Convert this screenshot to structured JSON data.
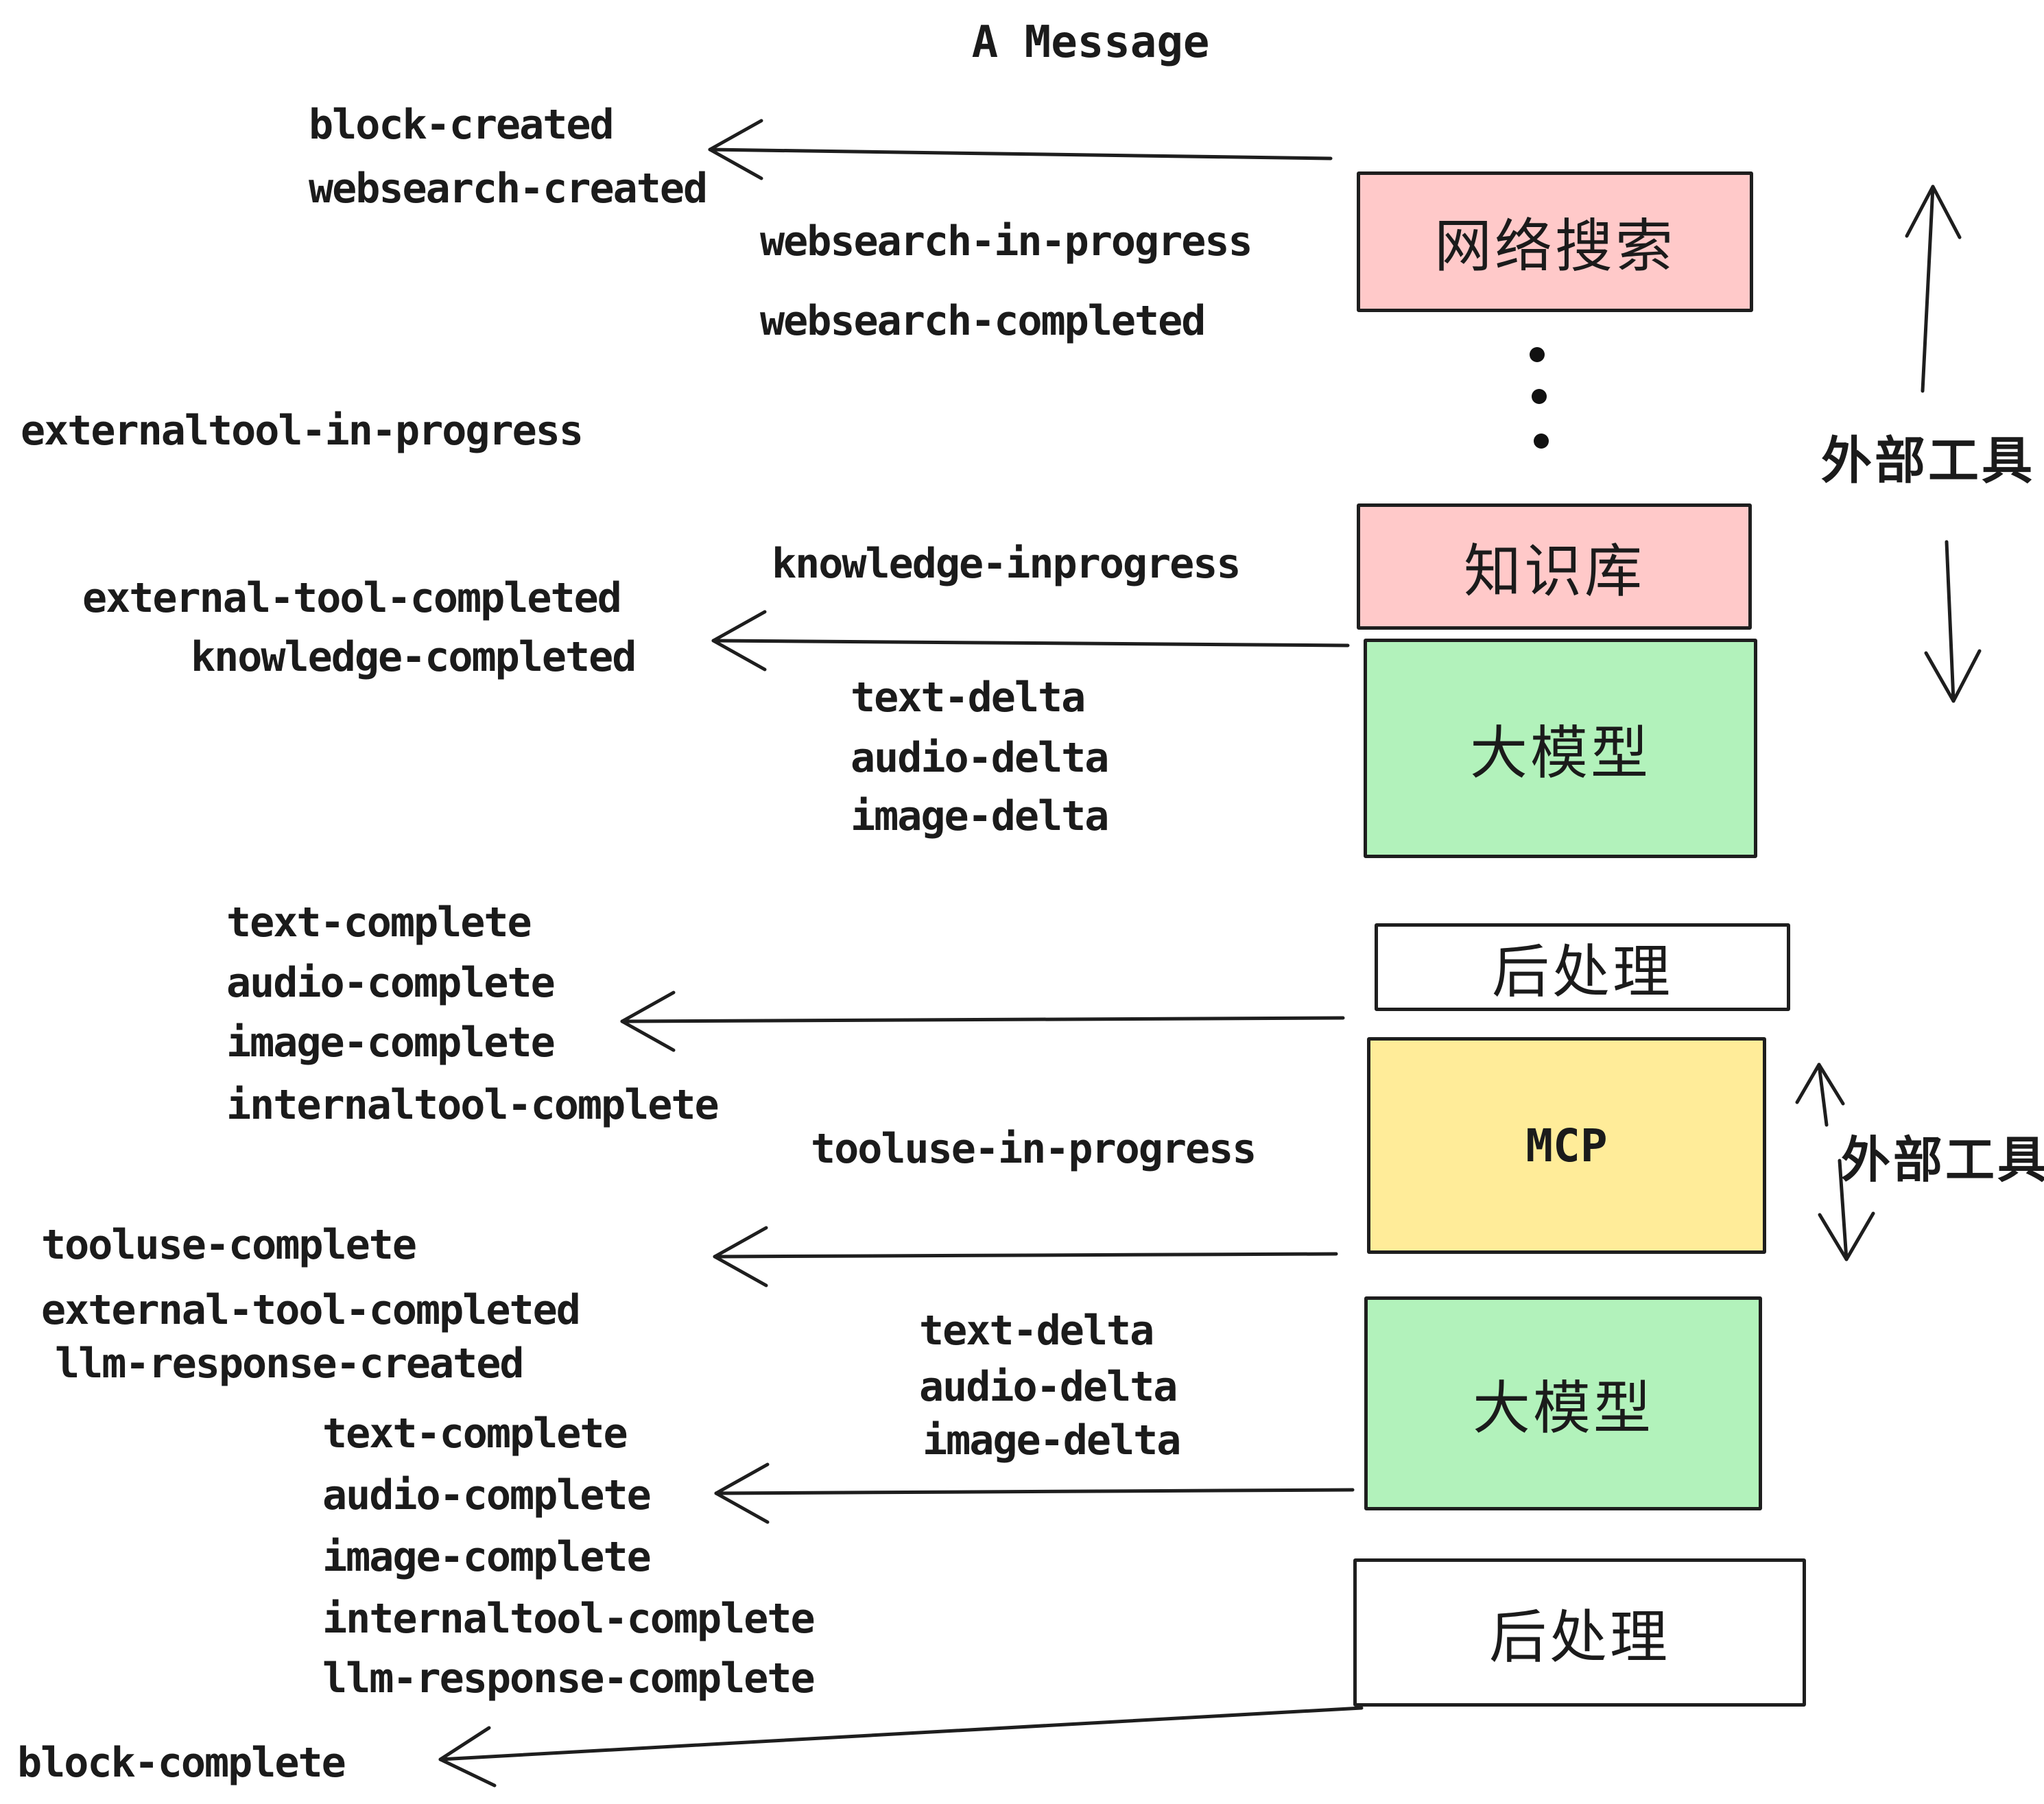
{
  "title": "A Message",
  "colors": {
    "background": "#ffffff",
    "stroke": "#1e1e1e",
    "pink_fill": "#ffc9c9",
    "green_fill": "#b2f2bb",
    "yellow_fill": "#ffec99",
    "white_fill": "#ffffff",
    "text": "#1b1b1b"
  },
  "events": [
    {
      "text": "block-created"
    },
    {
      "text": "websearch-created"
    },
    {
      "text": "websearch-in-progress"
    },
    {
      "text": "websearch-completed"
    },
    {
      "text": "externaltool-in-progress"
    },
    {
      "text": "knowledge-inprogress"
    },
    {
      "text": "external-tool-completed"
    },
    {
      "text": "knowledge-completed"
    },
    {
      "text": "text-delta"
    },
    {
      "text": "audio-delta"
    },
    {
      "text": "image-delta"
    },
    {
      "text": "text-complete"
    },
    {
      "text": "audio-complete"
    },
    {
      "text": "image-complete"
    },
    {
      "text": "internaltool-complete"
    },
    {
      "text": "tooluse-in-progress"
    },
    {
      "text": "tooluse-complete"
    },
    {
      "text": "external-tool-completed"
    },
    {
      "text": "llm-response-created"
    },
    {
      "text": "text-complete"
    },
    {
      "text": "audio-complete"
    },
    {
      "text": "image-complete"
    },
    {
      "text": "internaltool-complete"
    },
    {
      "text": "llm-response-complete"
    },
    {
      "text": "block-complete"
    },
    {
      "text": "text-delta"
    },
    {
      "text": "audio-delta"
    },
    {
      "text": "image-delta"
    }
  ],
  "boxes": [
    {
      "label": "网络搜索",
      "type": "external-tool",
      "fill": "pink"
    },
    {
      "label": "知识库",
      "type": "external-tool",
      "fill": "pink"
    },
    {
      "label": "大模型",
      "type": "llm",
      "fill": "green"
    },
    {
      "label": "后处理",
      "type": "post-process",
      "fill": "white"
    },
    {
      "label": "MCP",
      "type": "external-tool",
      "fill": "yellow"
    },
    {
      "label": "大模型",
      "type": "llm",
      "fill": "green"
    },
    {
      "label": "后处理",
      "type": "post-process",
      "fill": "white"
    }
  ],
  "side_labels": [
    {
      "text": "外部工具"
    },
    {
      "text": "外部工具"
    }
  ]
}
